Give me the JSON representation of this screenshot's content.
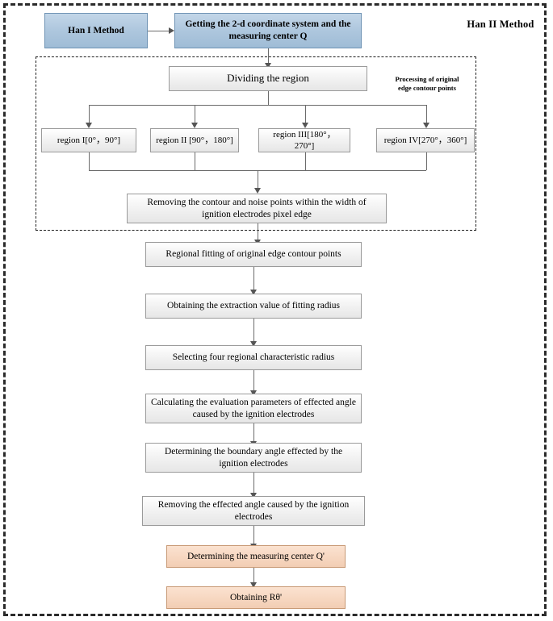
{
  "diagram": {
    "title_left": "Han I   Method",
    "title_right": "Han II  Method",
    "group_label": "Processing of original\nedge contour points",
    "nodes": {
      "han1": "Han I   Method",
      "coordinate_system": "Getting the 2-d coordinate system and the measuring center Q",
      "dividing": "Dividing the region",
      "region1": "region I[0°，90°]",
      "region2": "region II [90°，180°]",
      "region3": "region III[180°，270°]",
      "region4": "region IV[270°，360°]",
      "removing_contour": "Removing the contour and noise points within the width of ignition electrodes pixel edge",
      "regional_fitting": "Regional fitting of original edge contour points",
      "obtaining_extraction": "Obtaining the extraction value of fitting radius",
      "selecting_radius": "Selecting four regional characteristic radius",
      "calculating_params": "Calculating the evaluation parameters of effected angle caused by the ignition electrodes",
      "determining_boundary": "Determining the boundary angle effected by the ignition electrodes",
      "removing_angle": "Removing the effected angle caused by the ignition electrodes",
      "determining_center": "Determining the measuring center Q'",
      "obtaining_rtheta": "Obtaining  Rθ'"
    },
    "colors": {
      "blue_fill": "#aec7de",
      "blue_border": "#6f93b4",
      "orange_fill": "#f7d8c2",
      "orange_border": "#c89a76",
      "process_fill": "#f0f0f0",
      "process_border": "#9a9a9a",
      "connector": "#6b6b6b",
      "frame": "#2b2b2b"
    }
  }
}
